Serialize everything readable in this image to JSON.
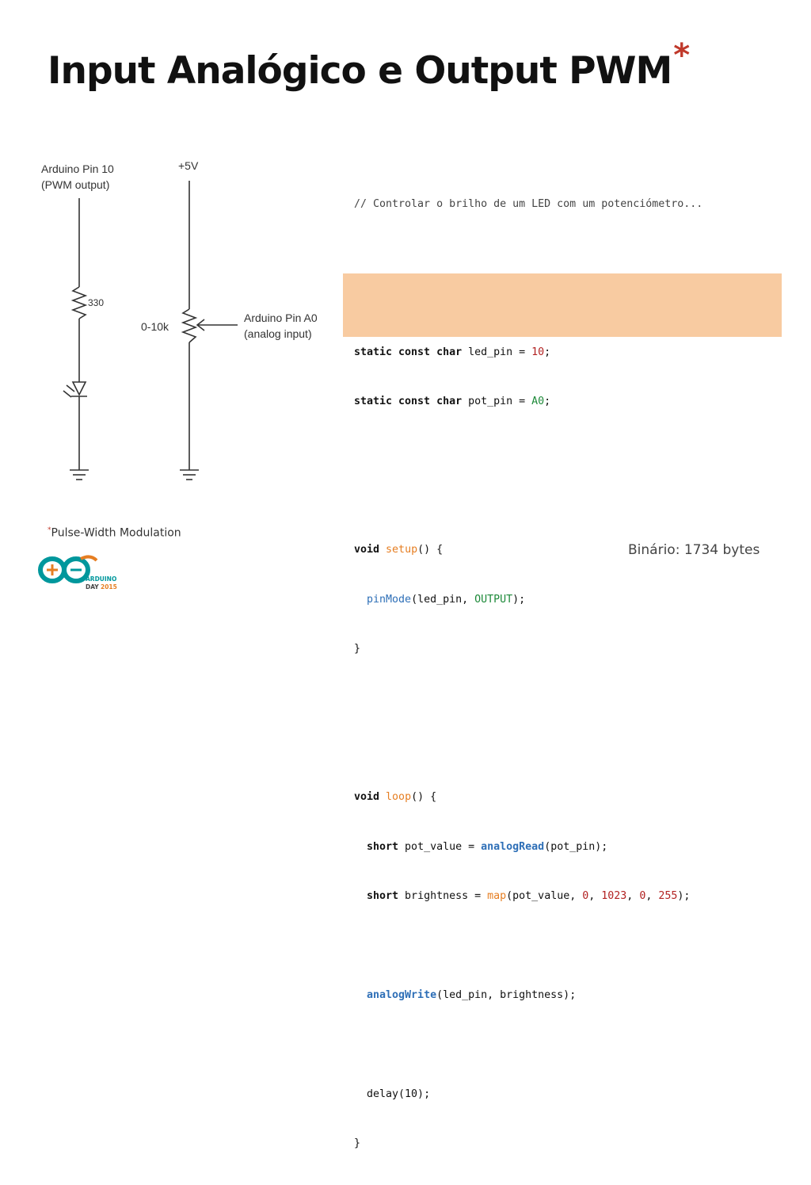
{
  "title": "Input Analógico e Output PWM",
  "title_asterisk": "*",
  "schematic": {
    "pin10_label_line1": "Arduino Pin 10",
    "pin10_label_line2": "(PWM output)",
    "vcc_label": "+5V",
    "resistor_label": "330",
    "pot_label": "0-10k",
    "pinA0_label_line1": "Arduino Pin A0",
    "pinA0_label_line2": "(analog input)"
  },
  "code": {
    "comment": "// Controlar o brilho de um LED com um potenciómetro...",
    "line_led_pin": [
      "static const char",
      " led_pin = ",
      "10",
      ";"
    ],
    "line_pot_pin": [
      "static const char",
      " pot_pin = ",
      "A0",
      ";"
    ],
    "setup": {
      "void": "void",
      "name": "setup",
      "open": "() {",
      "pinmode": "pinMode",
      "args": "(led_pin, ",
      "output": "OUTPUT",
      "end": ");",
      "close": "}"
    },
    "loop": {
      "void": "void",
      "name": "loop",
      "open": "() {",
      "short1": "short",
      "pot_value": " pot_value = ",
      "analogread": "analogRead",
      "read_args": "(pot_pin);",
      "short2": "short",
      "brightness": " brightness = ",
      "map": "map",
      "map_open": "(pot_value, ",
      "n0": "0",
      "sep1": ", ",
      "n1023": "1023",
      "sep2": ", ",
      "n0b": "0",
      "sep3": ", ",
      "n255": "255",
      "map_end": ");",
      "analogwrite": "analogWrite",
      "write_args": "(led_pin, brightness);",
      "delay": "delay(10);",
      "close": "}"
    }
  },
  "footnote_mark": "*",
  "footnote_text": "Pulse-Width Modulation",
  "binary_size": "Binário: 1734 bytes",
  "logo": {
    "line1": "ARDUINO",
    "line2_day": "DAY",
    "line2_year": "2015",
    "colors": {
      "teal": "#00979c",
      "orange": "#e67e22"
    }
  }
}
